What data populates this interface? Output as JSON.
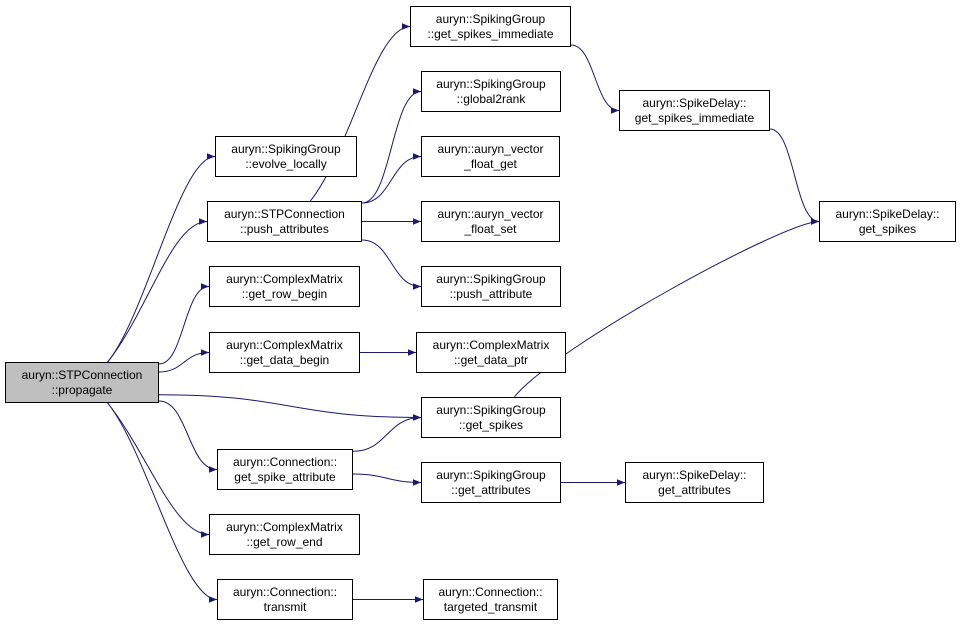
{
  "colors": {
    "edge": "#191970",
    "root_fill": "#bfbfbf",
    "node_fill": "#ffffff",
    "border": "#000000"
  },
  "nodes": {
    "root": [
      "auryn::STPConnection",
      "::propagate"
    ],
    "evolve_locally": [
      "auryn::SpikingGroup",
      "::evolve_locally"
    ],
    "push_attributes": [
      "auryn::STPConnection",
      "::push_attributes"
    ],
    "get_row_begin": [
      "auryn::ComplexMatrix",
      "::get_row_begin"
    ],
    "get_data_begin": [
      "auryn::ComplexMatrix",
      "::get_data_begin"
    ],
    "get_spike_attribute": [
      "auryn::Connection::",
      "get_spike_attribute"
    ],
    "get_row_end": [
      "auryn::ComplexMatrix",
      "::get_row_end"
    ],
    "transmit": [
      "auryn::Connection::",
      "transmit"
    ],
    "get_spikes_immediate_sg": [
      "auryn::SpikingGroup",
      "::get_spikes_immediate"
    ],
    "global2rank": [
      "auryn::SpikingGroup",
      "::global2rank"
    ],
    "vector_float_get": [
      "auryn::auryn_vector",
      "_float_get"
    ],
    "vector_float_set": [
      "auryn::auryn_vector",
      "_float_set"
    ],
    "push_attribute": [
      "auryn::SpikingGroup",
      "::push_attribute"
    ],
    "get_data_ptr": [
      "auryn::ComplexMatrix",
      "::get_data_ptr"
    ],
    "get_spikes_sg": [
      "auryn::SpikingGroup",
      "::get_spikes"
    ],
    "get_attributes_sg": [
      "auryn::SpikingGroup",
      "::get_attributes"
    ],
    "targeted_transmit": [
      "auryn::Connection::",
      "targeted_transmit"
    ],
    "get_spikes_immediate_sd": [
      "auryn::SpikeDelay::",
      "get_spikes_immediate"
    ],
    "get_spikes_sd": [
      "auryn::SpikeDelay::",
      "get_spikes"
    ],
    "get_attributes_sd": [
      "auryn::SpikeDelay::",
      "get_attributes"
    ]
  },
  "edges": [
    [
      "root",
      "evolve_locally"
    ],
    [
      "root",
      "push_attributes"
    ],
    [
      "root",
      "get_row_begin"
    ],
    [
      "root",
      "get_data_begin"
    ],
    [
      "root",
      "get_spikes_sg"
    ],
    [
      "root",
      "get_spike_attribute"
    ],
    [
      "root",
      "get_row_end"
    ],
    [
      "root",
      "transmit"
    ],
    [
      "push_attributes",
      "get_spikes_immediate_sg"
    ],
    [
      "push_attributes",
      "global2rank"
    ],
    [
      "push_attributes",
      "vector_float_get"
    ],
    [
      "push_attributes",
      "vector_float_set"
    ],
    [
      "push_attributes",
      "push_attribute"
    ],
    [
      "get_data_begin",
      "get_data_ptr"
    ],
    [
      "get_spike_attribute",
      "get_spikes_sg"
    ],
    [
      "get_spike_attribute",
      "get_attributes_sg"
    ],
    [
      "transmit",
      "targeted_transmit"
    ],
    [
      "get_spikes_immediate_sg",
      "get_spikes_immediate_sd"
    ],
    [
      "get_spikes_immediate_sd",
      "get_spikes_sd"
    ],
    [
      "get_spikes_sg",
      "get_spikes_sd"
    ],
    [
      "get_attributes_sg",
      "get_attributes_sd"
    ]
  ]
}
